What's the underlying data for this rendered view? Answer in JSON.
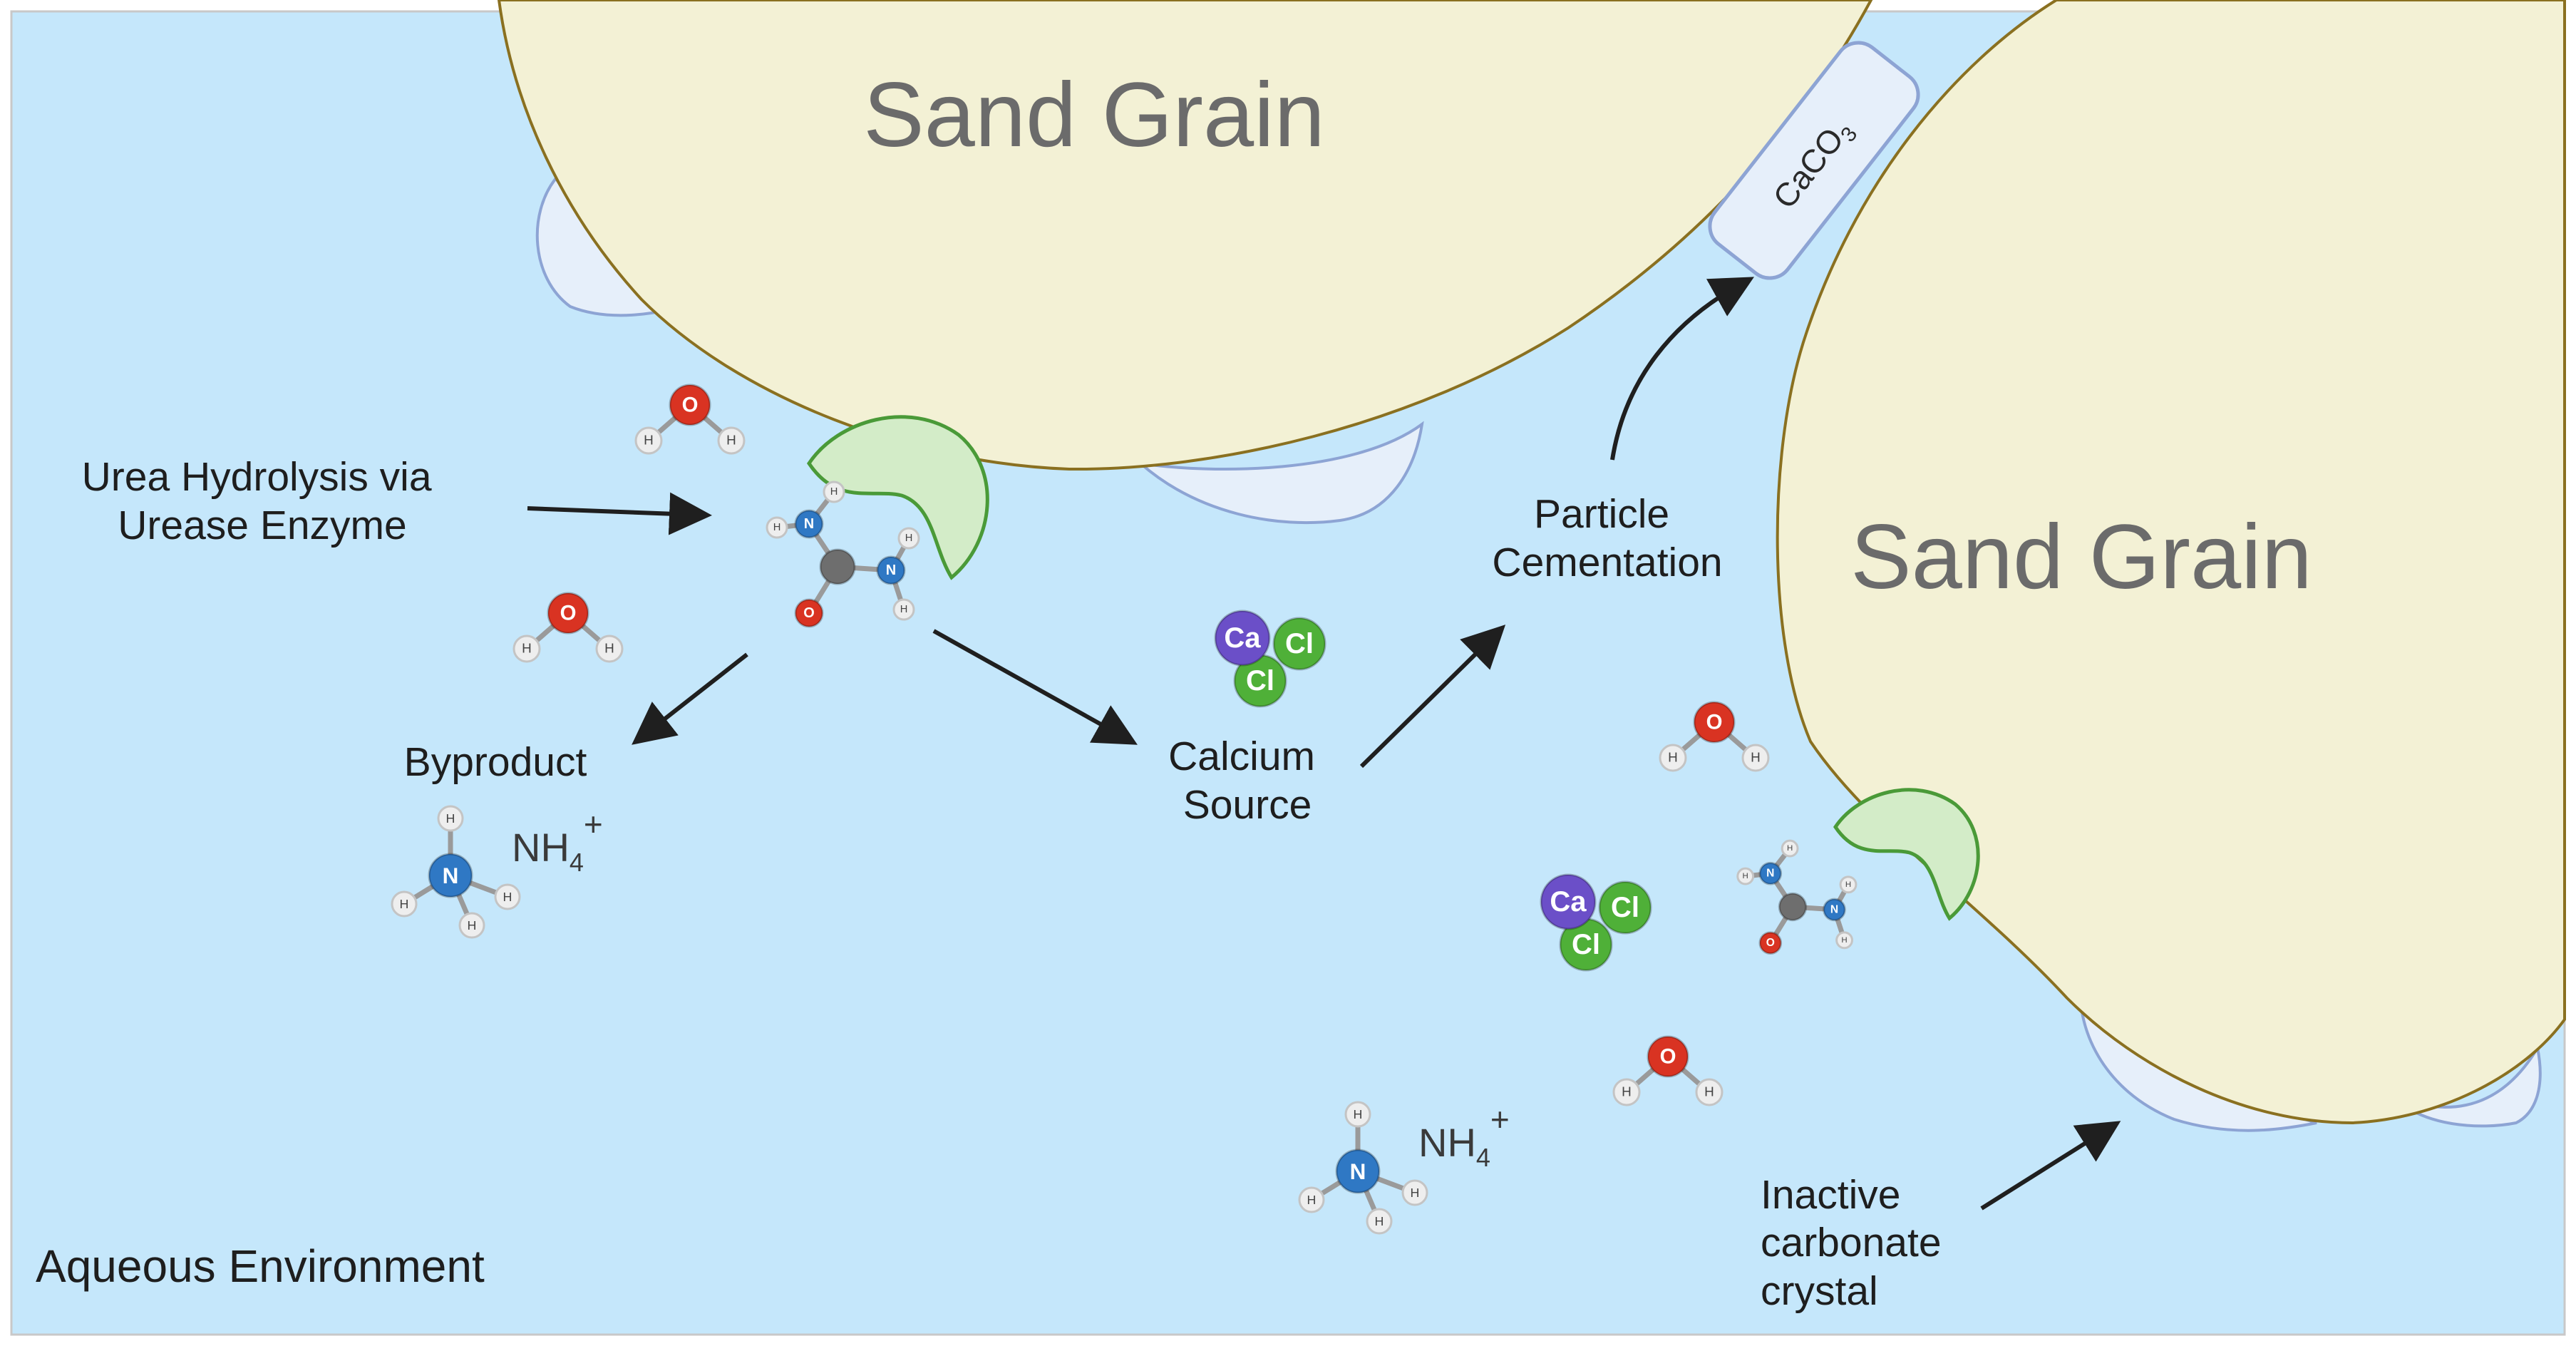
{
  "environment_label": "Aqueous Environment",
  "grain_top": {
    "label": "Sand Grain"
  },
  "grain_right": {
    "label": "Sand Grain"
  },
  "bridge": {
    "formula": "CaCO",
    "subscript": "3"
  },
  "process": {
    "urea_hydrolysis": [
      "Urea Hydrolysis via",
      "Urease Enzyme"
    ],
    "byproduct": "Byproduct",
    "calcium_source": [
      "Calcium",
      "Source"
    ],
    "particle_cementation": [
      "Particle",
      "Cementation"
    ],
    "inactive_crystal": [
      "Inactive",
      "carbonate",
      "crystal"
    ]
  },
  "ammonium": {
    "formula": "NH",
    "subscript": "4",
    "charge": "+"
  },
  "atoms": {
    "oxygen": "O",
    "hydrogen": "H",
    "nitrogen": "N",
    "calcium": "Ca",
    "chlorine": "Cl"
  },
  "colors": {
    "water_background": "#c5e7fb",
    "sand_grain": "#f3f1d5",
    "sand_outline": "#8a7020",
    "crystal": "#e6effa",
    "crystal_outline": "#8da4d4",
    "enzyme_fill": "#d3ecc8",
    "enzyme_outline": "#4a9a38",
    "oxygen": "#d93322",
    "nitrogen": "#2f78c4",
    "carbon": "#6e6e6e",
    "hydrogen": "#eeeeee",
    "calcium": "#6b4fc8",
    "chlorine": "#4fb038",
    "arrow": "#1f1f1f"
  }
}
